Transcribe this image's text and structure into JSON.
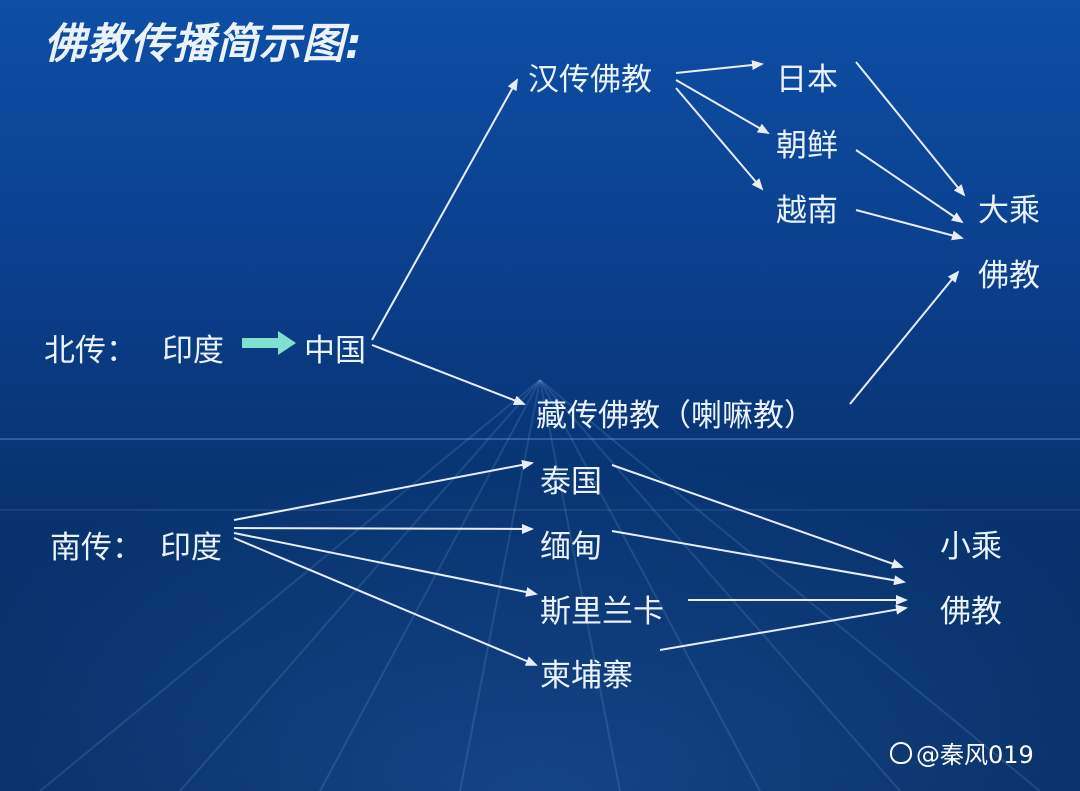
{
  "title": "佛教传播简示图:",
  "north": {
    "label": "北传：",
    "origin": "印度",
    "china": "中国"
  },
  "south": {
    "label": "南传：",
    "origin": "印度"
  },
  "nodes": {
    "han": "汉传佛教",
    "japan": "日本",
    "korea": "朝鲜",
    "vietnam": "越南",
    "mahayana_1": "大乘",
    "mahayana_2": "佛教",
    "tibet": "藏传佛教（喇嘛教）",
    "thailand": "泰国",
    "myanmar": "缅甸",
    "srilanka": "斯里兰卡",
    "cambodia": "柬埔寨",
    "hinayana_1": "小乘",
    "hinayana_2": "佛教"
  },
  "watermark": "@秦风019",
  "colors": {
    "background": "#0a3f8c",
    "text": "#eaf2fb",
    "arrow": "#e8eef8",
    "thick_arrow": "#7fe0d0"
  }
}
